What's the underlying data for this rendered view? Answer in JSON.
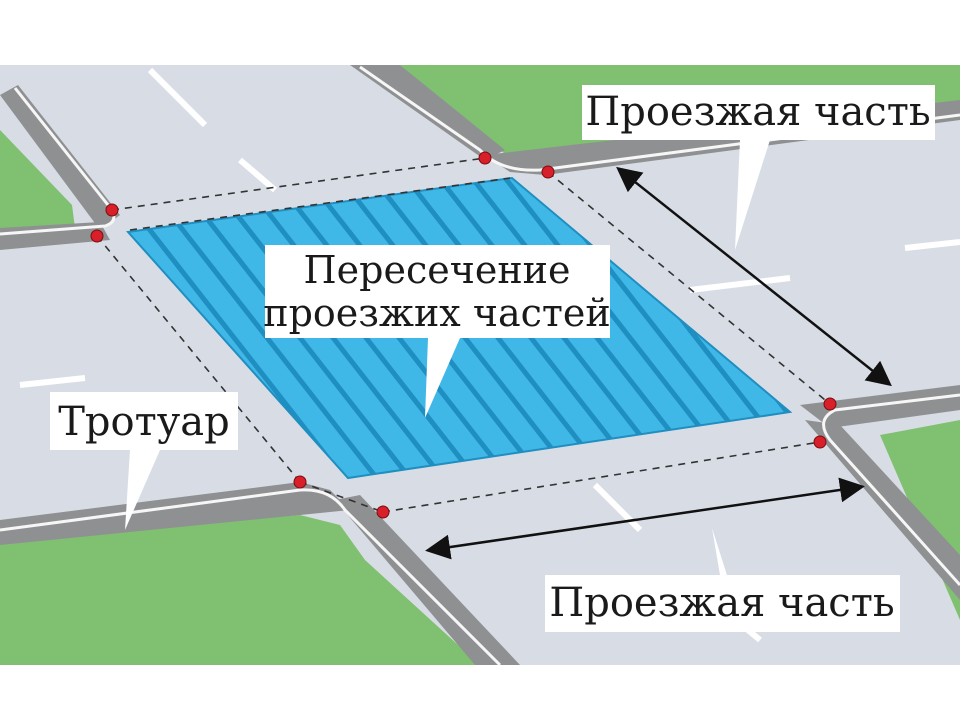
{
  "labels": {
    "roadway_top": "Проезжая часть",
    "intersection_line1": "Пересечение",
    "intersection_line2": "проезжих частей",
    "sidewalk": "Тротуар",
    "roadway_bottom": "Проезжая часть"
  },
  "colors": {
    "road": "#d8dde5",
    "sidewalk": "#8f9092",
    "curb": "#f6f6f6",
    "grass": "#7fc071",
    "grass_dark": "#64a858",
    "intersection_fill": "#3fb8e8",
    "intersection_stripe": "#1f8ec0",
    "marker": "#d7202a",
    "callout_bg": "#ffffff",
    "arrow": "#111111"
  }
}
